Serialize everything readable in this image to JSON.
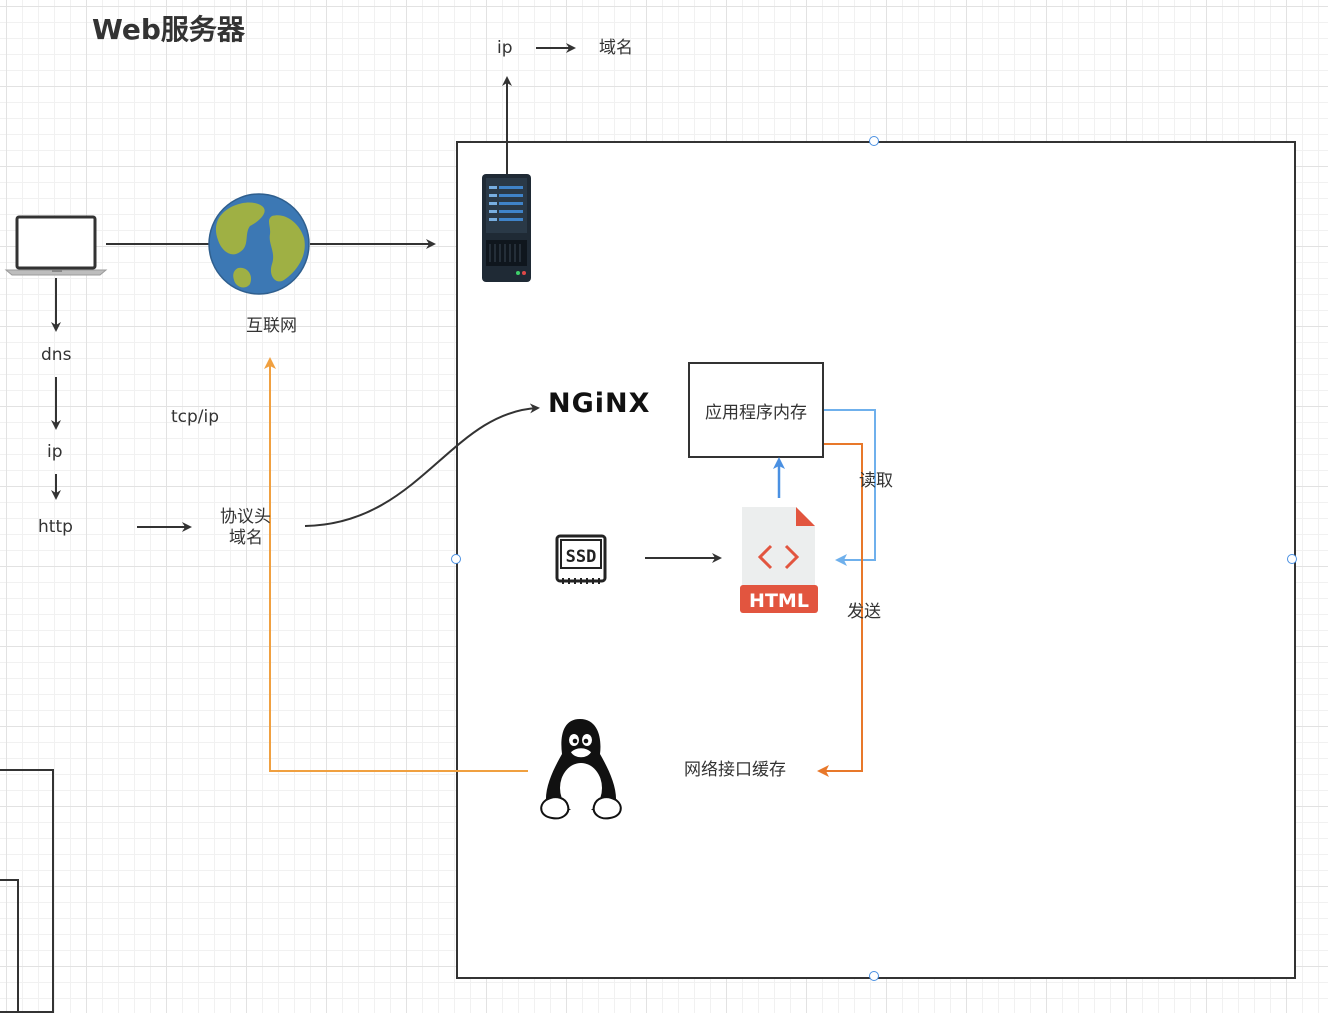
{
  "title": "Web服务器",
  "labels": {
    "ip_top": "ip",
    "domain_top": "域名",
    "internet": "互联网",
    "dns": "dns",
    "ip_left": "ip",
    "http": "http",
    "tcp_ip": "tcp/ip",
    "protocol_header": "协议头",
    "domain_name": "域名",
    "app_memory": "应用程序内存",
    "read": "读取",
    "send": "发送",
    "nic_buffer": "网络接口缓存",
    "nginx_logo": "NGiNX",
    "ssd_logo": "SSD",
    "html_logo": "HTML"
  },
  "colors": {
    "line": "#333333",
    "orange": "#f0a040",
    "dark_orange": "#e8782a",
    "blue": "#4a90e2",
    "light_blue": "#6fb0ec",
    "html_red": "#e2553f"
  },
  "icons": [
    "laptop-icon",
    "globe-icon",
    "server-icon",
    "nginx-logo",
    "ssd-icon",
    "html-file-icon",
    "linux-penguin-icon"
  ]
}
